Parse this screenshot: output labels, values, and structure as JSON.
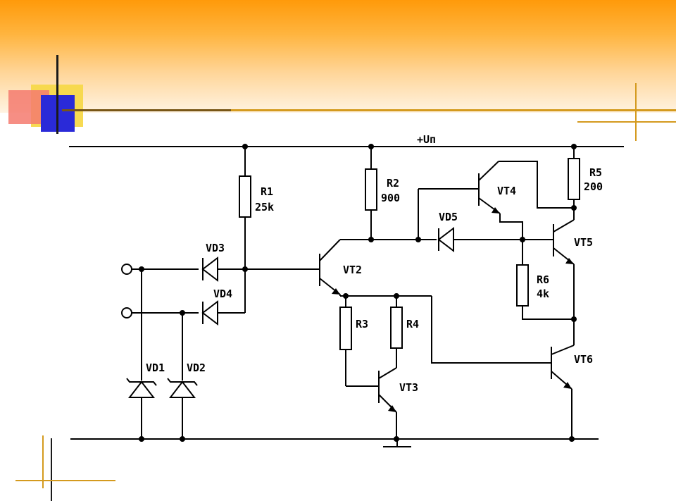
{
  "schematic": {
    "supply_label": "+Uп",
    "components": {
      "R1": {
        "name": "R1",
        "value": "25k"
      },
      "R2": {
        "name": "R2",
        "value": "900"
      },
      "R3": {
        "name": "R3"
      },
      "R4": {
        "name": "R4"
      },
      "R5": {
        "name": "R5",
        "value": "200"
      },
      "R6": {
        "name": "R6",
        "value": "4k"
      },
      "VD1": {
        "name": "VD1"
      },
      "VD2": {
        "name": "VD2"
      },
      "VD3": {
        "name": "VD3"
      },
      "VD4": {
        "name": "VD4"
      },
      "VD5": {
        "name": "VD5"
      },
      "VT2": {
        "name": "VT2"
      },
      "VT3": {
        "name": "VT3"
      },
      "VT4": {
        "name": "VT4"
      },
      "VT5": {
        "name": "VT5"
      },
      "VT6": {
        "name": "VT6"
      }
    }
  },
  "colors": {
    "header_top": "#ff9a0a",
    "header_bottom": "#fff3e2",
    "accent_line": "#d49a1e",
    "square_yellow": "#f7d84a",
    "square_pink": "#f47a6e",
    "square_blue": "#2a2ad8"
  }
}
